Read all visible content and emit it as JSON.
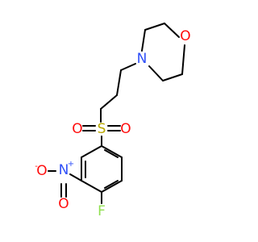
{
  "molecule": {
    "atoms": {
      "O_morph": {
        "label": "O",
        "color": "#ff0d0d"
      },
      "N_morph": {
        "label": "N",
        "color": "#3050f8"
      },
      "S": {
        "label": "S",
        "color": "#b8a800"
      },
      "O_s_left": {
        "label": "O",
        "color": "#ff0d0d"
      },
      "O_s_right": {
        "label": "O",
        "color": "#ff0d0d"
      },
      "N_nitro": {
        "label": "N",
        "color": "#3050f8"
      },
      "N_nitro_charge": {
        "label": "+",
        "color": "#3050f8"
      },
      "O_nitro_minus": {
        "label": "O",
        "color": "#ff0d0d"
      },
      "O_nitro_minus_charge": {
        "label": "-",
        "color": "#ff0d0d"
      },
      "O_nitro_double": {
        "label": "O",
        "color": "#ff0d0d"
      },
      "F": {
        "label": "F",
        "color": "#90e050"
      }
    }
  }
}
